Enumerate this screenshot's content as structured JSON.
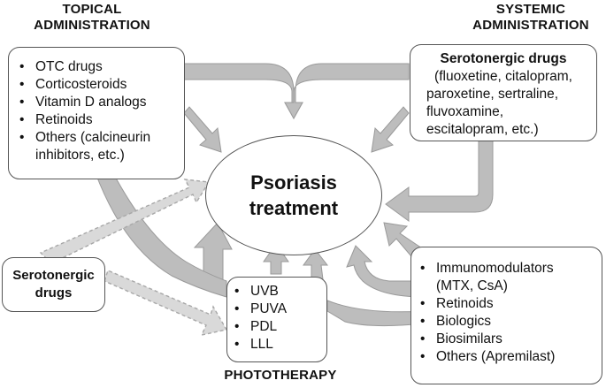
{
  "headings": {
    "topical_line1": "TOPICAL",
    "topical_line2": "ADMINISTRATION",
    "systemic_line1": "SYSTEMIC",
    "systemic_line2": "ADMINISTRATION",
    "phototherapy": "PHOTOTHERAPY"
  },
  "center": {
    "line1": "Psoriasis",
    "line2": "treatment"
  },
  "topical_box": {
    "items": [
      "OTC drugs",
      "Corticosteroids",
      "Vitamin D analogs",
      "Retinoids",
      "Others (calcineurin",
      "inhibitors, etc.)"
    ]
  },
  "serotonergic_systemic_box": {
    "title": "Serotonergic drugs",
    "lines": [
      "(fluoxetine, citalopram,",
      "paroxetine, sertraline,",
      "fluvoxamine,",
      "escitalopram, etc.)"
    ]
  },
  "serotonergic_left_box": {
    "line1": "Serotonergic",
    "line2": "drugs"
  },
  "phototherapy_box": {
    "items": [
      "UVB",
      "PUVA",
      "PDL",
      "LLL"
    ]
  },
  "systemic_box": {
    "items": [
      "Immunomodulators",
      "(MTX, CsA)",
      "Retinoids",
      "Biologics",
      "Biosimilars",
      "Others (Apremilast)"
    ]
  },
  "colors": {
    "arrow_fill": "#bdbdbd",
    "arrow_stroke": "#9a9a9a",
    "dashed_fill": "#d9d9d9",
    "dashed_stroke": "#a8a8a8",
    "border": "#555555"
  }
}
